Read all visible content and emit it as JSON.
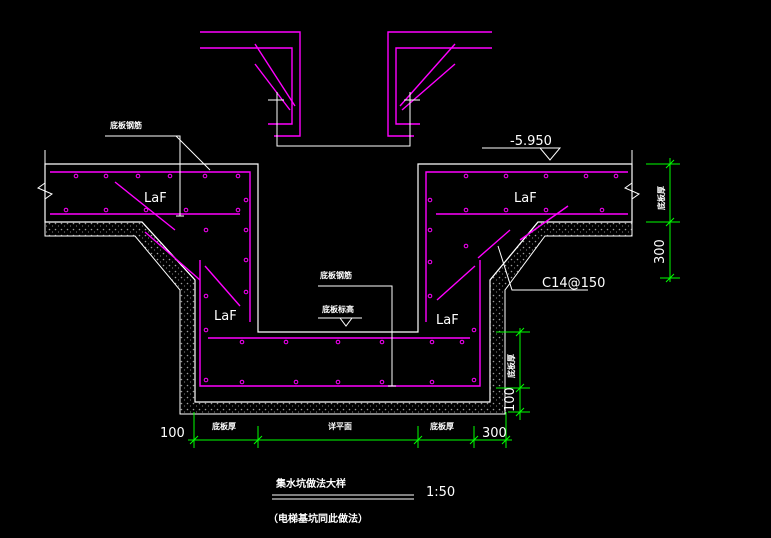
{
  "colors": {
    "background": "#000000",
    "outline": "#ffffff",
    "rebar": "#ff00ff",
    "dimension": "#00ff00",
    "concrete": "#8a8a8a"
  },
  "labels": {
    "bottom_rebar_left": "底板钢筋",
    "bottom_rebar_center": "底板钢筋",
    "base_elevation": "底板标高",
    "elevation": "-5.950",
    "rebar_spec": "C14@150",
    "laf_top_left": "LaF",
    "laf_top_right": "LaF",
    "laf_pit_left": "LaF",
    "laf_pit_right": "LaF"
  },
  "dimensions": {
    "left_cover": "100",
    "left_slab": "底板厚",
    "pit_width": "详平面",
    "right_slab": "底板厚",
    "right_extra": "300",
    "right_slab_thk": "底板厚",
    "right_300": "300",
    "pit_slab_thk": "底板厚",
    "pit_100": "100"
  },
  "title": {
    "main": "集水坑做法大样",
    "scale": "1:50",
    "sub": "（电梯基坑同此做法）"
  }
}
